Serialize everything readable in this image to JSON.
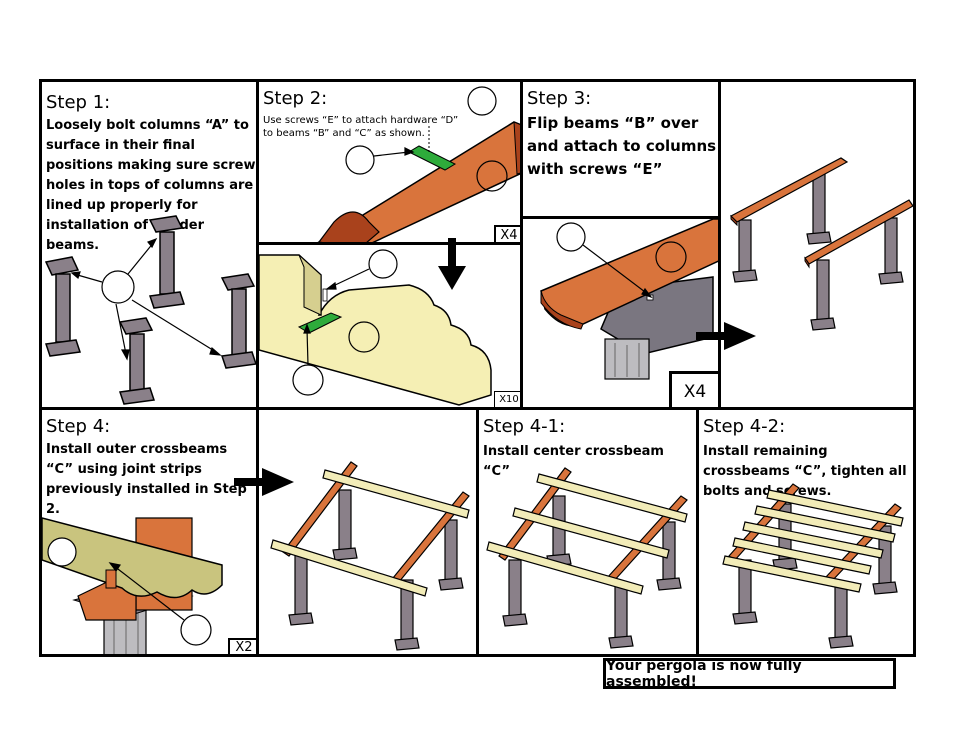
{
  "step1": {
    "title": "Step 1:",
    "text": "Loosely bolt columns “A” to surface in their final positions making sure screw holes in tops of columns are lined up properly for installation of header beams."
  },
  "step2": {
    "title": "Step 2:",
    "text": "Use screws “E” to attach hardware “D” to beams “B” and “C” as shown.",
    "count": "X4",
    "detail_count": "X10"
  },
  "step3": {
    "title": "Step 3:",
    "text": "Flip beams “B” over and attach to columns with screws “E”",
    "count": "X4"
  },
  "step4": {
    "title": "Step 4:",
    "text": "Install  outer crossbeams “C” using joint strips previously installed in Step 2.",
    "count": "X2"
  },
  "step4_1": {
    "title": "Step 4-1:",
    "text": "Install center crossbeam “C”"
  },
  "step4_2": {
    "title": "Step 4-2:",
    "text": "Install remaining crossbeams “C”, tighten all bolts and screws."
  },
  "footer": {
    "message": "Your pergola is now fully assembled!"
  },
  "colors": {
    "beam_orange": "#d9743c",
    "beam_dark": "#a9421c",
    "cross_beam": "#f2ecb8",
    "column": "#8a8089",
    "hardware": "#2eab3b"
  }
}
